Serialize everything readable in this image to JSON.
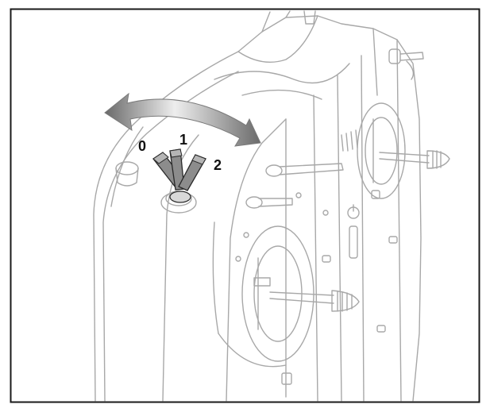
{
  "switch_positions": [
    {
      "label": "0"
    },
    {
      "label": "1"
    },
    {
      "label": "2"
    }
  ],
  "colors": {
    "frame": "#1a1a1a",
    "outline": "#a8a8a8",
    "switch_fill": "#8c8c8c",
    "switch_stroke": "#2a2a2a",
    "arrow_dark": "#6e6e6e",
    "arrow_light": "#e6e6e6"
  }
}
